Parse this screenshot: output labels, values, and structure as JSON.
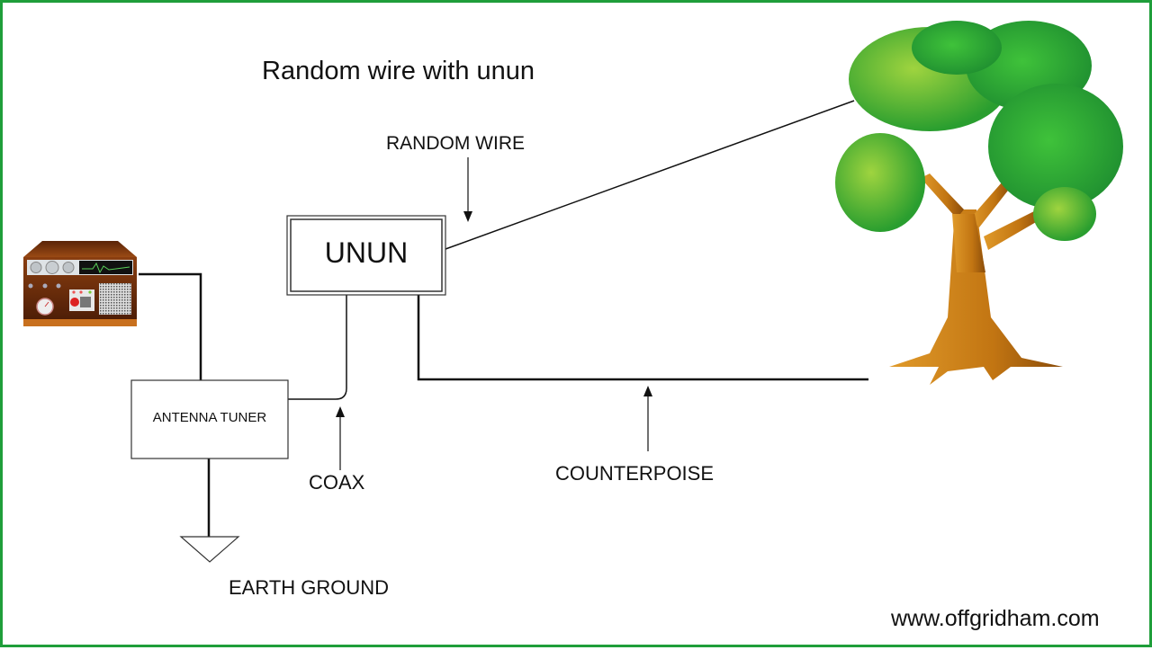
{
  "diagram": {
    "title": "Random wire with unun",
    "border_color": "#1f9e3a",
    "components": {
      "radio": {
        "label": "",
        "icon": "radio-transceiver-icon"
      },
      "tuner": {
        "label": "ANTENNA TUNER"
      },
      "unun": {
        "label": "UNUN"
      },
      "tree": {
        "icon": "tree-icon"
      },
      "ground": {
        "icon": "ground-symbol-icon"
      }
    },
    "annotations": {
      "random_wire": "RANDOM WIRE",
      "coax": "COAX",
      "counterpoise": "COUNTERPOISE",
      "earth_ground": "EARTH GROUND"
    },
    "footer": {
      "url": "www.offgridham.com"
    },
    "colors": {
      "foliage_light": "#8fcf3c",
      "foliage_dark": "#1f9a35",
      "trunk": "#c87a14",
      "radio_body": "#7a3a10",
      "line": "#111111"
    }
  }
}
